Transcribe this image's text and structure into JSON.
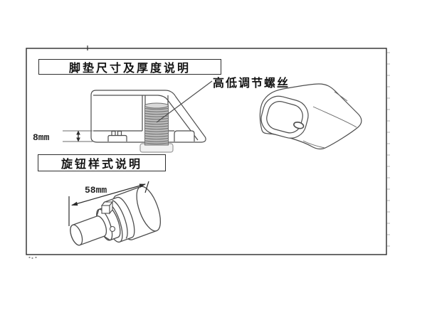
{
  "diagram": {
    "bg_color": "#ffffff",
    "line_color": "#4d4d4d",
    "sections": {
      "footpad": {
        "title": "脚垫尺寸及厚度说明"
      },
      "knob": {
        "title": "旋钮样式说明"
      }
    },
    "labels": {
      "adjust_screw": "高低调节螺丝",
      "pad_thickness": "8mm",
      "knob_length": "58mm"
    },
    "colors": {
      "frame": "#2b2b2b",
      "thread_fill": "#bdbdbd",
      "thread_line": "#6e6e6e",
      "nut_fill": "#f2f2f2",
      "nut_stroke": "#9a9a9a",
      "ruler_tick": "#d9d9d9"
    }
  }
}
